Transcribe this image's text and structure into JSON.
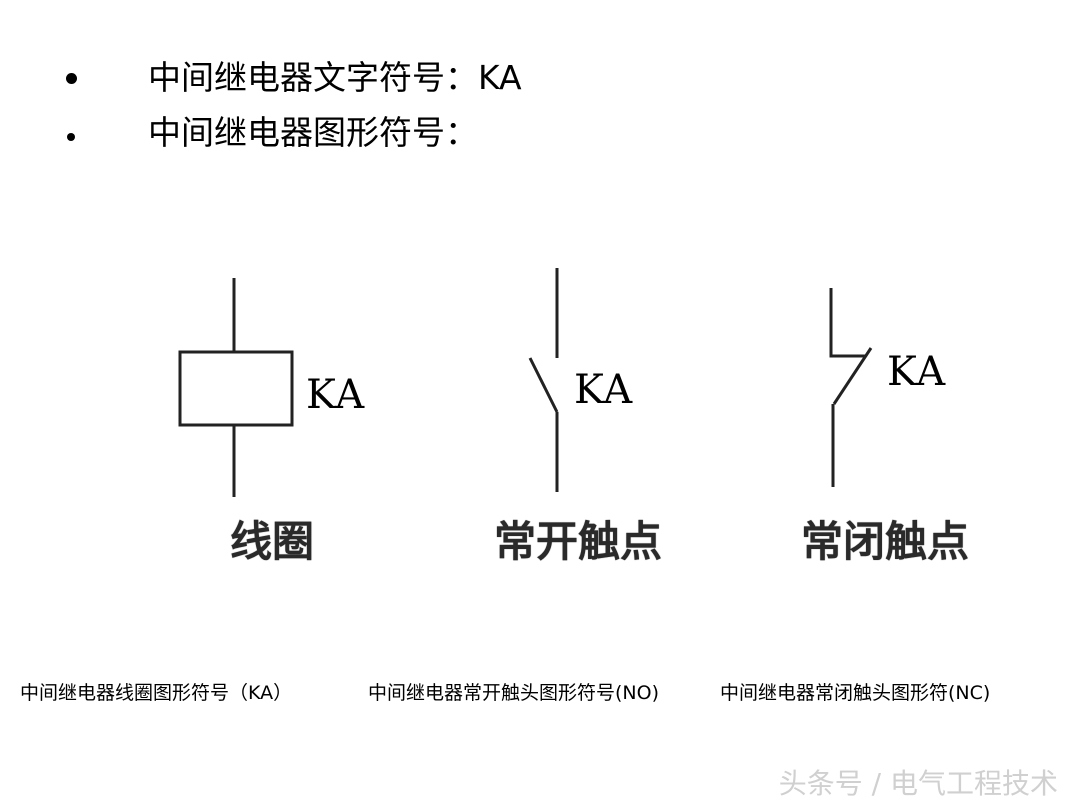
{
  "bullets": [
    "中间继电器文字符号：KA",
    "中间继电器图形符号："
  ],
  "symbols": {
    "coil": {
      "label": "KA",
      "caption": "线圈"
    },
    "no_contact": {
      "label": "KA",
      "caption": "常开触点"
    },
    "nc_contact": {
      "label": "KA",
      "caption": "常闭触点"
    }
  },
  "bottom_captions": [
    "中间继电器线圈图形符号（KA）",
    "中间继电器常开触头图形符号(NO)",
    "中间继电器常闭触头图形符(NC)"
  ],
  "watermark": "头条号 / 电气工程技术"
}
